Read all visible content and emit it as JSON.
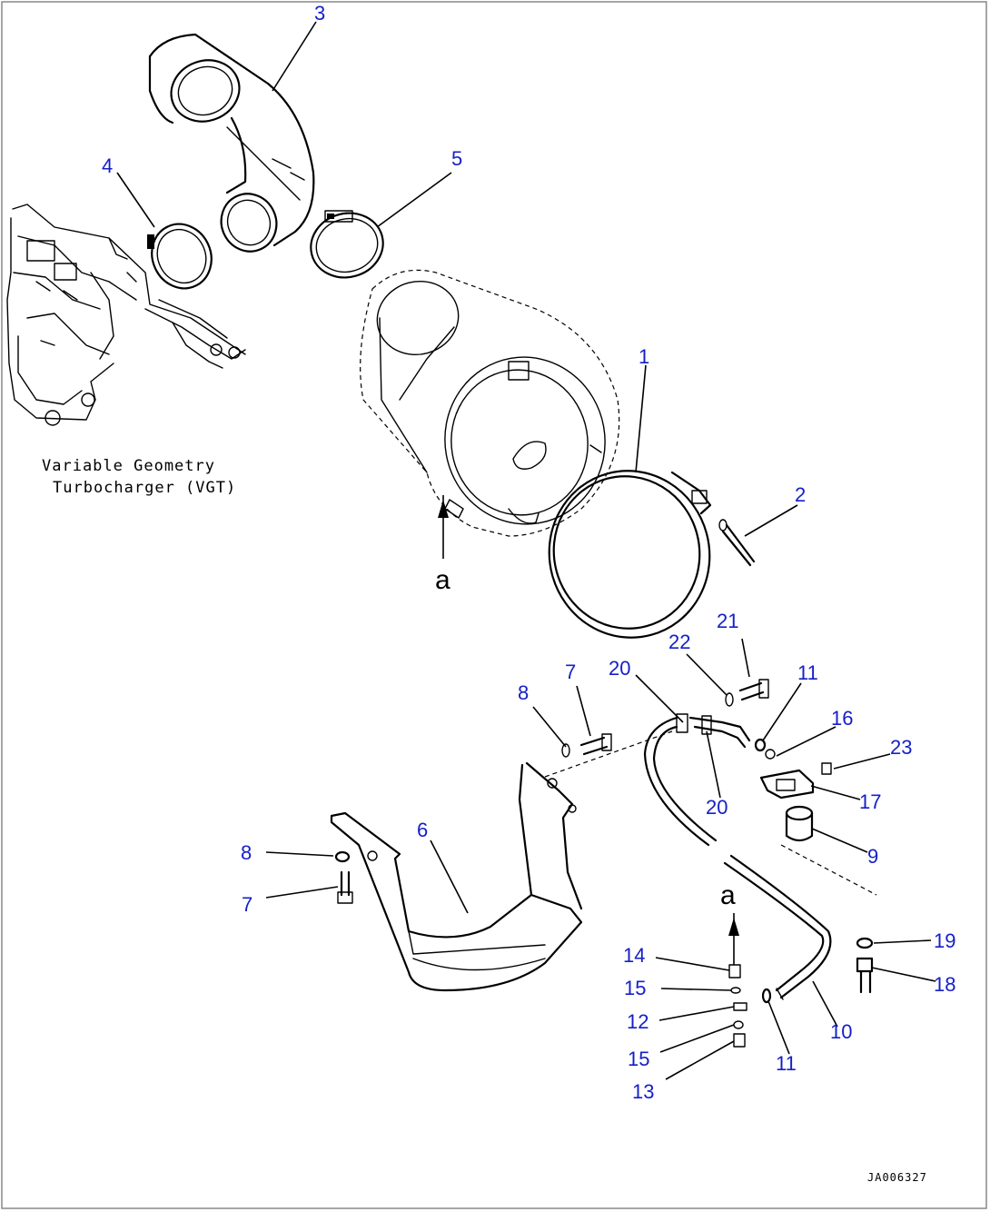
{
  "annotations": {
    "vgt_line1": "Variable Geometry",
    "vgt_line2": "Turbocharger (VGT)",
    "view_a_upper": "a",
    "view_a_lower": "a",
    "drawing_code": "JA006327"
  },
  "callouts": [
    {
      "id": "c1",
      "label": "1"
    },
    {
      "id": "c2",
      "label": "2"
    },
    {
      "id": "c3",
      "label": "3"
    },
    {
      "id": "c4",
      "label": "4"
    },
    {
      "id": "c5",
      "label": "5"
    },
    {
      "id": "c6",
      "label": "6"
    },
    {
      "id": "c7a",
      "label": "7"
    },
    {
      "id": "c7b",
      "label": "7"
    },
    {
      "id": "c8a",
      "label": "8"
    },
    {
      "id": "c8b",
      "label": "8"
    },
    {
      "id": "c9",
      "label": "9"
    },
    {
      "id": "c10",
      "label": "10"
    },
    {
      "id": "c11a",
      "label": "11"
    },
    {
      "id": "c11b",
      "label": "11"
    },
    {
      "id": "c12",
      "label": "12"
    },
    {
      "id": "c13",
      "label": "13"
    },
    {
      "id": "c14",
      "label": "14"
    },
    {
      "id": "c15a",
      "label": "15"
    },
    {
      "id": "c15b",
      "label": "15"
    },
    {
      "id": "c16",
      "label": "16"
    },
    {
      "id": "c17",
      "label": "17"
    },
    {
      "id": "c18",
      "label": "18"
    },
    {
      "id": "c19",
      "label": "19"
    },
    {
      "id": "c20a",
      "label": "20"
    },
    {
      "id": "c20b",
      "label": "20"
    },
    {
      "id": "c21",
      "label": "21"
    },
    {
      "id": "c22",
      "label": "22"
    },
    {
      "id": "c23",
      "label": "23"
    }
  ],
  "colors": {
    "callout": "#1520c8",
    "linework": "#000000",
    "background": "#ffffff"
  }
}
